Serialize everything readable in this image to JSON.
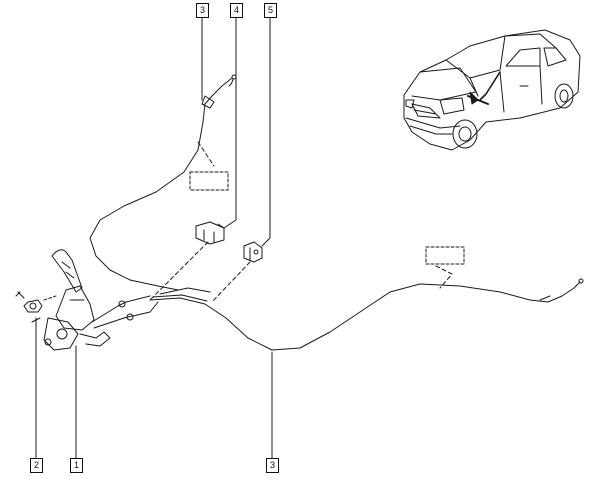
{
  "callouts": {
    "c1": "1",
    "c2": "2",
    "c3_top": "3",
    "c3_bottom": "3",
    "c4": "4",
    "c5": "5"
  },
  "colors": {
    "line": "#1a1a1a",
    "background": "#ffffff"
  }
}
